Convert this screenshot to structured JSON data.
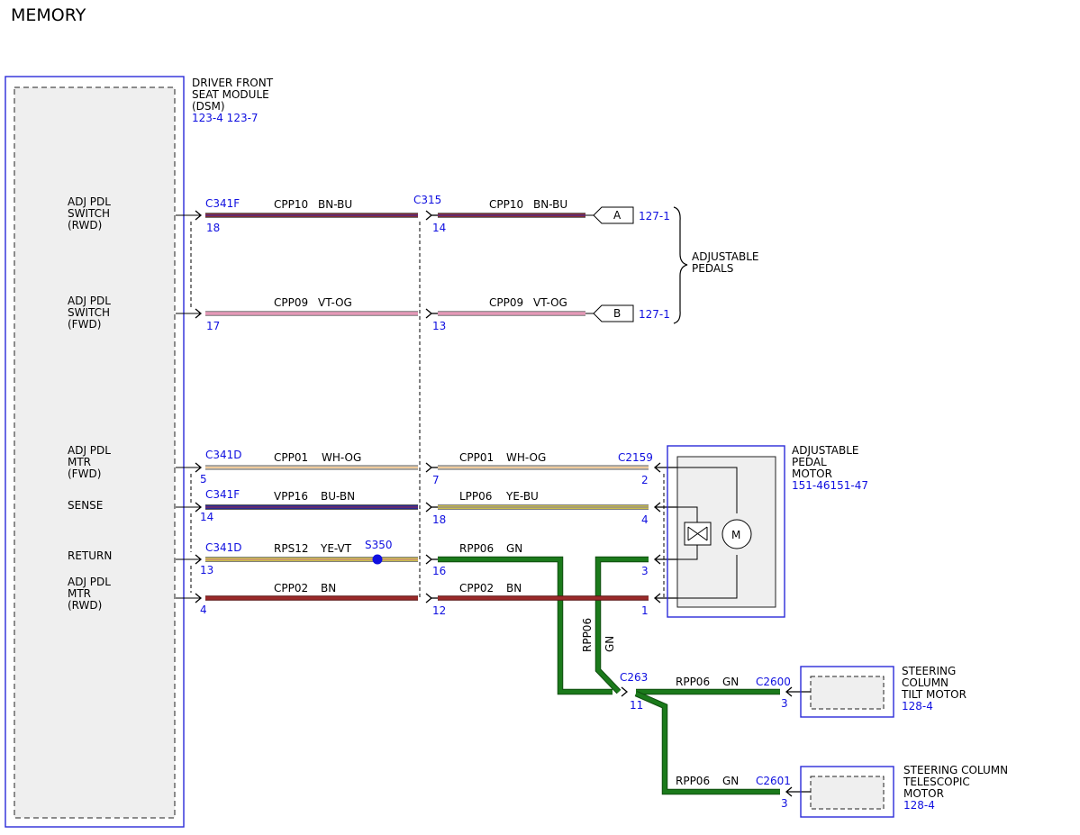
{
  "page": {
    "title": "MEMORY"
  },
  "dsm": {
    "name_lines": [
      "DRIVER FRONT",
      "SEAT MODULE",
      "(DSM)"
    ],
    "refs": "123-4 123-7",
    "pins": {
      "switch_rwd": [
        "ADJ PDL",
        "SWITCH",
        "(RWD)"
      ],
      "switch_fwd": [
        "ADJ PDL",
        "SWITCH",
        "(FWD)"
      ],
      "mtr_fwd": [
        "ADJ PDL",
        "MTR",
        "(FWD)"
      ],
      "sense": "SENSE",
      "return": "RETURN",
      "mtr_rwd": [
        "ADJ PDL",
        "MTR",
        "(RWD)"
      ]
    }
  },
  "connectors": {
    "c341f": "C341F",
    "c341d": "C341D",
    "c315": "C315",
    "c2159": "C2159",
    "c263": "C263",
    "c2600": "C2600",
    "c2601": "C2601",
    "s350": "S350"
  },
  "pin_numbers": {
    "rwd_left": "18",
    "rwd_right": "14",
    "fwd_left": "17",
    "fwd_right": "13",
    "mtrf_left": "5",
    "mtrf_mid": "7",
    "mtrf_right": "2",
    "sense_left": "14",
    "sense_mid": "18",
    "sense_right": "4",
    "ret_left": "13",
    "ret_mid": "16",
    "ret_right": "3",
    "mtrr_left": "4",
    "mtrr_mid": "12",
    "mtrr_right": "1",
    "c263_pin": "11",
    "tilt_pin": "3",
    "tele_pin": "3"
  },
  "wires": {
    "rwd_left": {
      "circuit": "CPP10",
      "color": "BN-BU"
    },
    "rwd_right": {
      "circuit": "CPP10",
      "color": "BN-BU"
    },
    "fwd_left": {
      "circuit": "CPP09",
      "color": "VT-OG"
    },
    "fwd_right": {
      "circuit": "CPP09",
      "color": "VT-OG"
    },
    "mtrf_left": {
      "circuit": "CPP01",
      "color": "WH-OG"
    },
    "mtrf_right": {
      "circuit": "CPP01",
      "color": "WH-OG"
    },
    "sense_left": {
      "circuit": "VPP16",
      "color": "BU-BN"
    },
    "sense_right": {
      "circuit": "LPP06",
      "color": "YE-BU"
    },
    "ret_left": {
      "circuit": "RPS12",
      "color": "YE-VT"
    },
    "ret_right": {
      "circuit": "RPP06",
      "color": "GN"
    },
    "mtrr_left": {
      "circuit": "CPP02",
      "color": "BN"
    },
    "mtrr_right": {
      "circuit": "CPP02",
      "color": "BN"
    },
    "vertical": {
      "circuit": "RPP06",
      "color": "GN"
    },
    "tilt": {
      "circuit": "RPP06",
      "color": "GN"
    },
    "tele": {
      "circuit": "RPP06",
      "color": "GN"
    }
  },
  "offpage": {
    "a": {
      "letter": "A",
      "ref": "127-1"
    },
    "b": {
      "letter": "B",
      "ref": "127-1"
    },
    "group_label": [
      "ADJUSTABLE",
      "PEDALS"
    ]
  },
  "motor": {
    "name_lines": [
      "ADJUSTABLE",
      "PEDAL",
      "MOTOR"
    ],
    "refs": "151-46151-47",
    "symbol": "M"
  },
  "tilt_motor": {
    "name_lines": [
      "STEERING",
      "COLUMN",
      "TILT MOTOR"
    ],
    "ref": "128-4"
  },
  "tele_motor": {
    "name_lines": [
      "STEERING COLUMN",
      "TELESCOPIC",
      "MOTOR"
    ],
    "ref": "128-4"
  },
  "wire_colors": {
    "BN": "#9b2a2a",
    "BU": "#2a2ab4",
    "VT": "#8a2fa0",
    "OG": "#e88a1a",
    "WH": "#f4f1e6",
    "YE": "#f0e04a",
    "GN": "#1b7a1b",
    "pink": "#e69ab8",
    "outline": "#444444",
    "box_blue": "#2a2ad8",
    "splice_blue": "#1010e0"
  }
}
